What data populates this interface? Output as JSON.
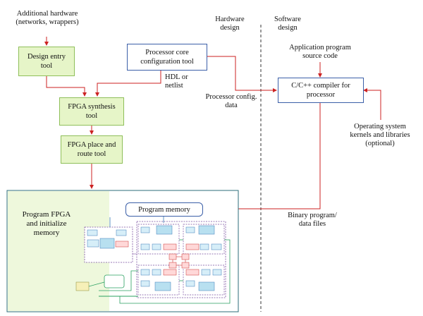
{
  "labels": {
    "additional_hardware": "Additional hardware",
    "additional_hardware_sub": "(networks, wrappers)",
    "hardware_design_1": "Hardware",
    "hardware_design_2": "design",
    "software_design_1": "Software",
    "software_design_2": "design",
    "app_source_1": "Application program",
    "app_source_2": "source code",
    "hdl_1": "HDL or",
    "hdl_2": "netlist",
    "proc_config_1": "Processor config.",
    "proc_config_2": "data",
    "os_1": "Operating system",
    "os_2": "kernels and libraries",
    "os_3": "(optional)",
    "binary_1": "Binary program/",
    "binary_2": "data files",
    "program_fpga_1": "Program FPGA",
    "program_fpga_2": "and initialize",
    "program_fpga_3": "memory"
  },
  "boxes": {
    "design_entry_1": "Design entry",
    "design_entry_2": "tool",
    "proc_core_1": "Processor core",
    "proc_core_2": "configuration tool",
    "compiler_1": "C/C++ compiler for",
    "compiler_2": "processor",
    "synthesis_1": "FPGA synthesis",
    "synthesis_2": "tool",
    "place_route_1": "FPGA place and",
    "place_route_2": "route tool",
    "program_memory": "Program memory"
  },
  "colors": {
    "arrow": "#cc2222",
    "green_fill": "#e6f5c8",
    "green_border": "#8fbf5a",
    "blue_border": "#3b5fa8",
    "divider": "#333333"
  }
}
